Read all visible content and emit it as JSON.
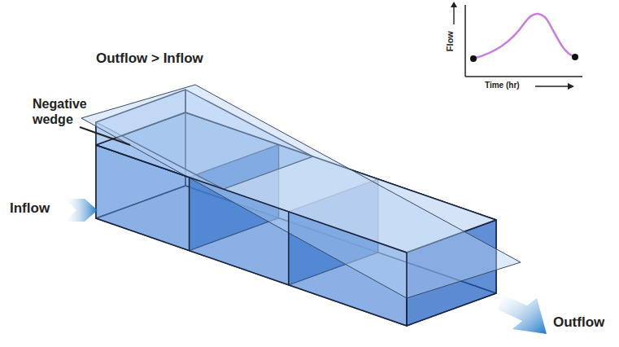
{
  "diagram": {
    "labels": [
      "Outflow > Inflow",
      "Negative wedge",
      "Inflow",
      "Outflow",
      "Flow",
      "Time (hr)"
    ]
  }
}
